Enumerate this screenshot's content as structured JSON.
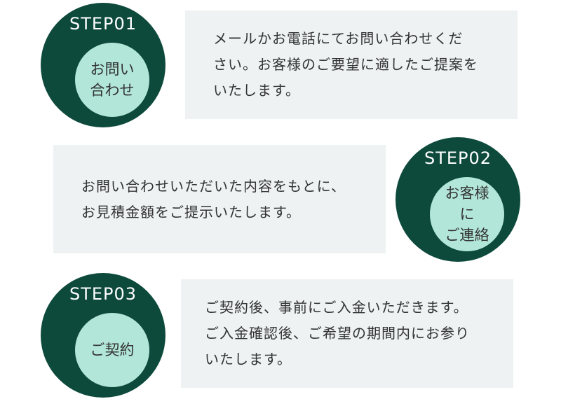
{
  "steps": [
    {
      "label": "STEP01",
      "title": "お問い\n合わせ",
      "description": "メールかお電話にてお問い合わせくだ\nさい。お客様のご要望に適したご提案を\nいたします。"
    },
    {
      "label": "STEP02",
      "title": "お客様\nに\nご連絡",
      "description": "お問い合わせいただいた内容をもとに、\nお見積金額をご提示いたします。"
    },
    {
      "label": "STEP03",
      "title": "ご契約",
      "description": "ご契約後、事前にご入金いただきます。\nご入金確認後、ご希望の期間内にお参り\nいたします。"
    }
  ],
  "colors": {
    "badge_outer": "#0d4a3c",
    "badge_inner": "#b2e6d9",
    "panel_bg": "#eef2f2",
    "text": "#333333"
  }
}
